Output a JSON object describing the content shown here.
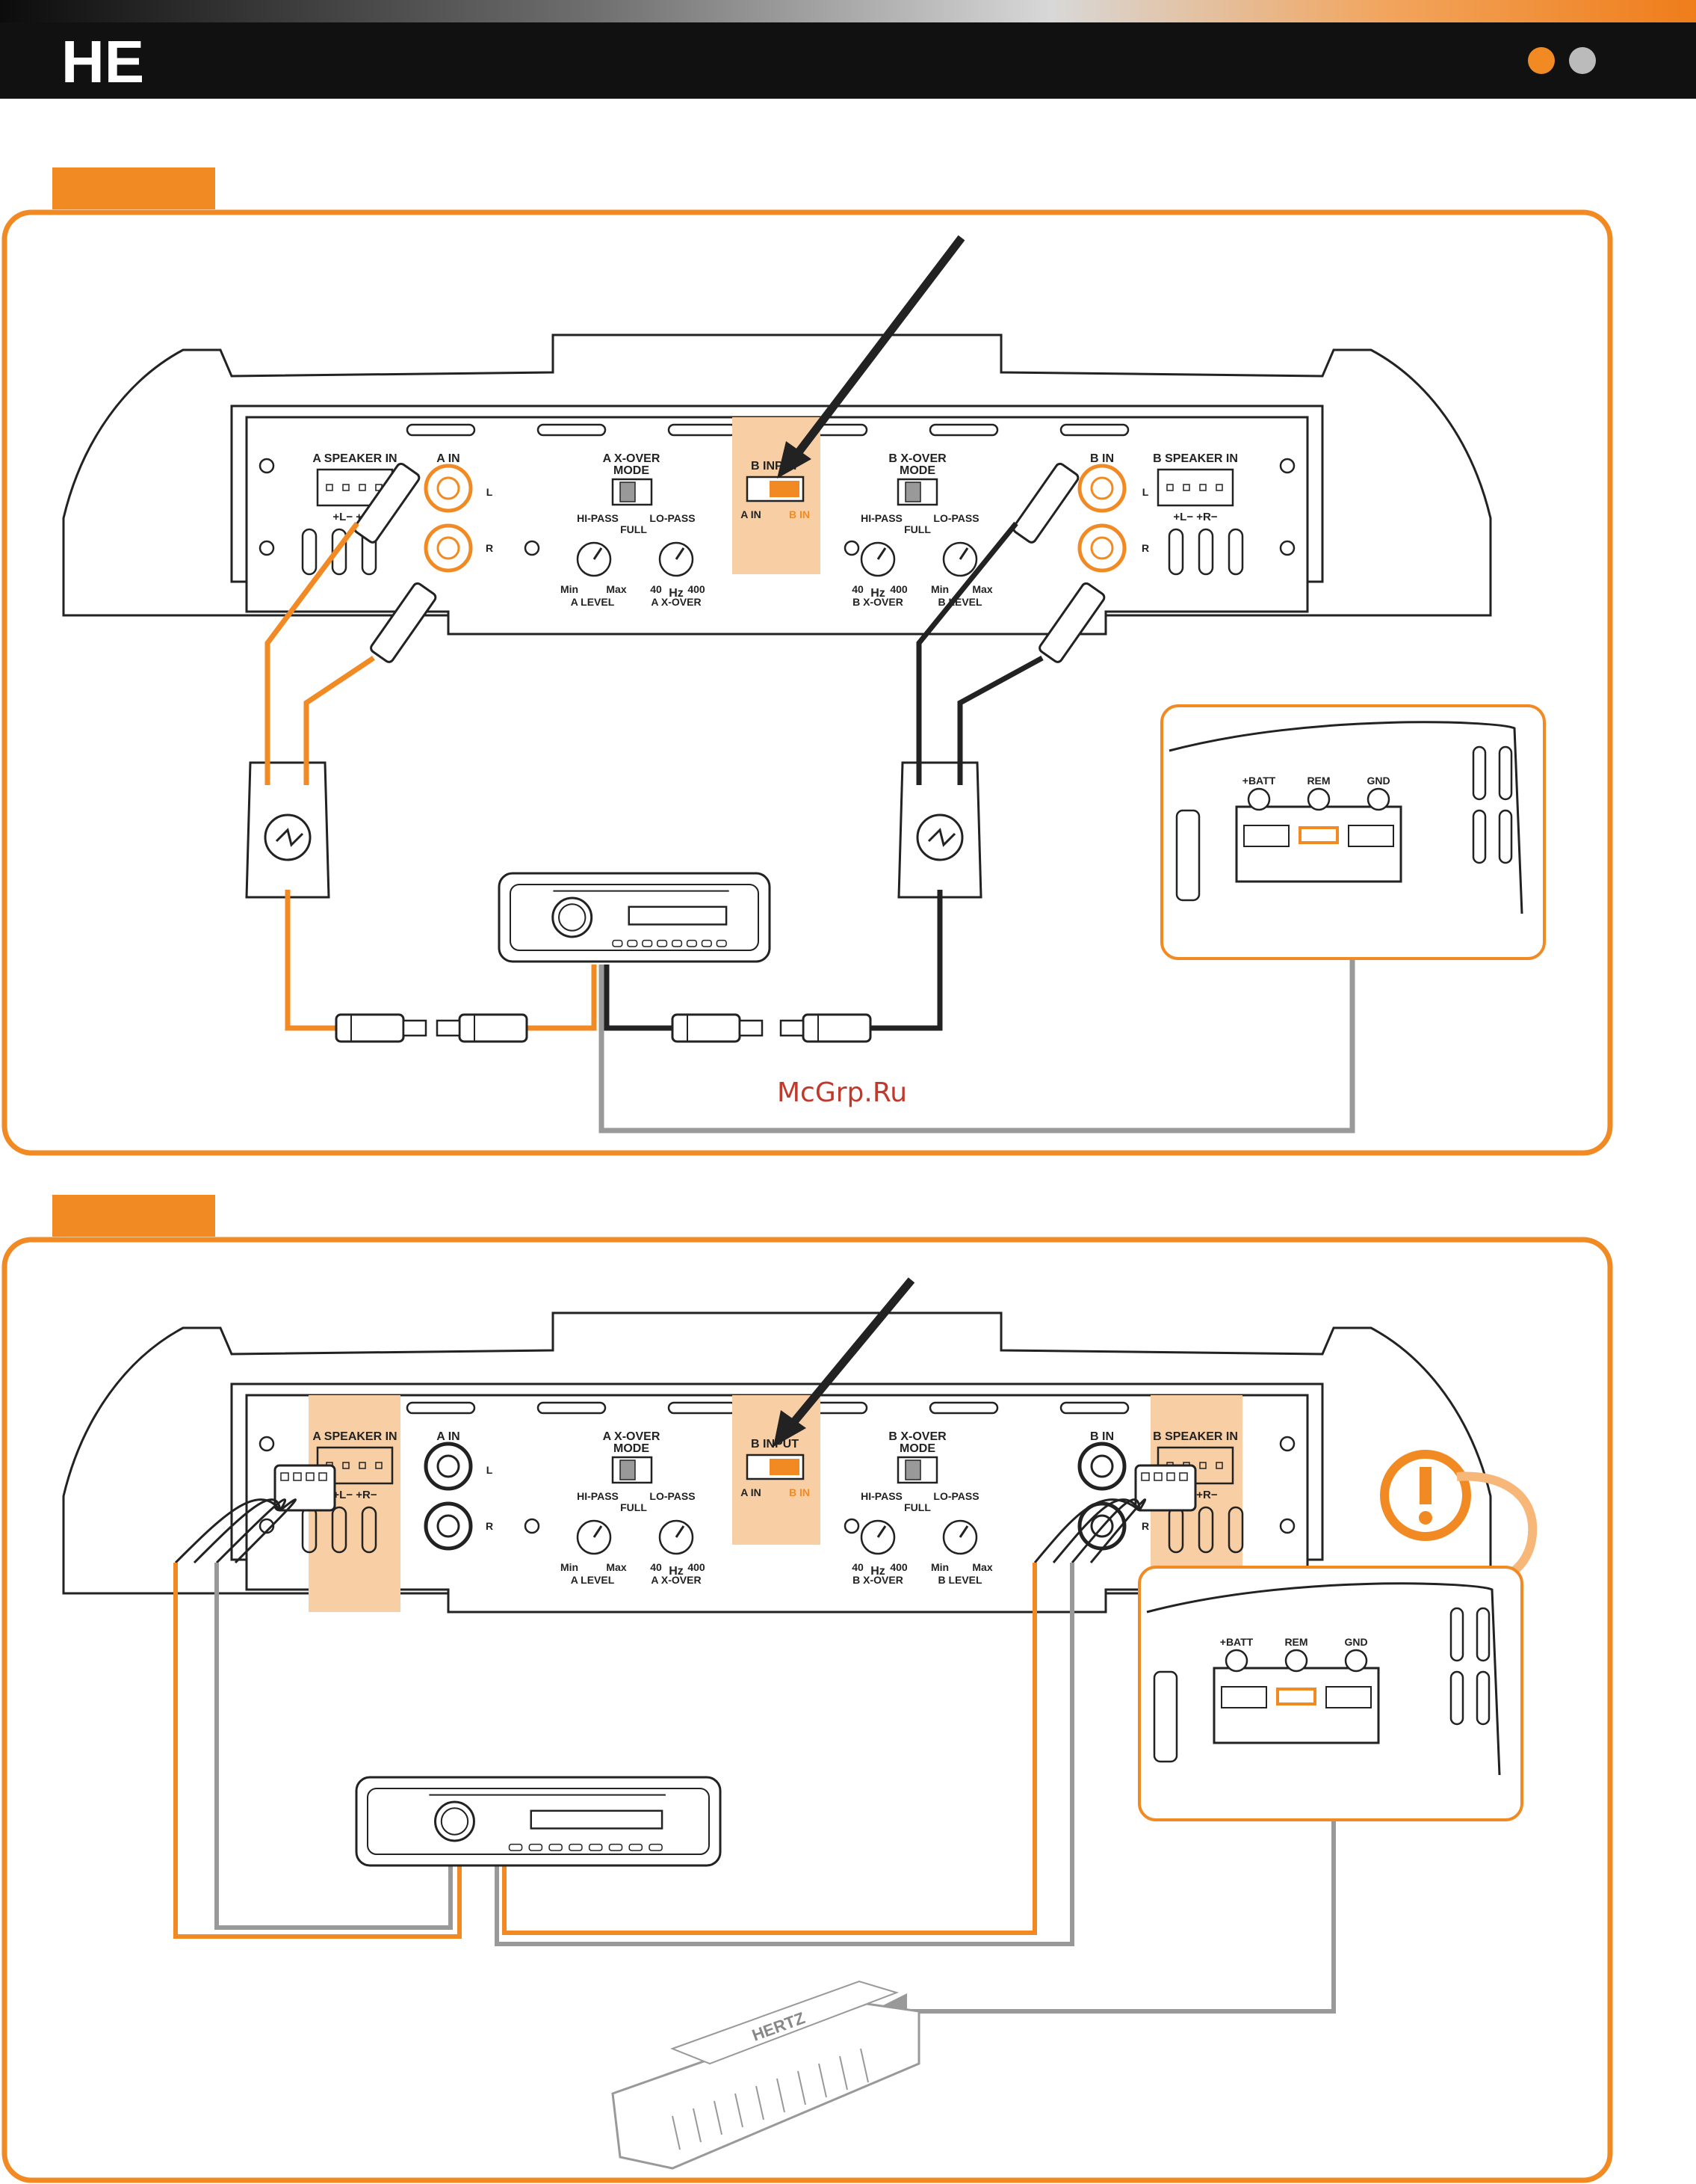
{
  "header": {
    "logo": "HE",
    "colors": {
      "bar": "#111111",
      "accent": "#f28a24",
      "inactive_dot": "#bbbbbb"
    }
  },
  "watermark": "McGrp.Ru",
  "amplifier": {
    "a_speaker_in": "A SPEAKER IN",
    "b_speaker_in": "B SPEAKER IN",
    "speaker_pins_left": "+L−  +R−",
    "speaker_pins_right": "+L−  +R−",
    "a_in": "A IN",
    "b_in": "B IN",
    "l": "L",
    "r": "R",
    "a_xover_mode": "A X-OVER",
    "a_mode": "MODE",
    "b_xover_mode": "B X-OVER",
    "b_mode": "MODE",
    "hi_pass": "HI-PASS",
    "lo_pass": "LO-PASS",
    "full": "FULL",
    "b_input": "B INPUT",
    "switch_a_in": "A IN",
    "switch_b_in": "B IN",
    "min": "Min",
    "max": "Max",
    "a_level": "A LEVEL",
    "b_level": "B LEVEL",
    "hz_40": "40",
    "hz": "Hz",
    "hz_400": "400",
    "a_xover": "A X-OVER",
    "b_xover": "B X-OVER"
  },
  "power_terminal": {
    "batt": "+BATT",
    "rem": "REM",
    "gnd": "GND"
  },
  "sub_amp": {
    "brand": "HERTZ"
  }
}
